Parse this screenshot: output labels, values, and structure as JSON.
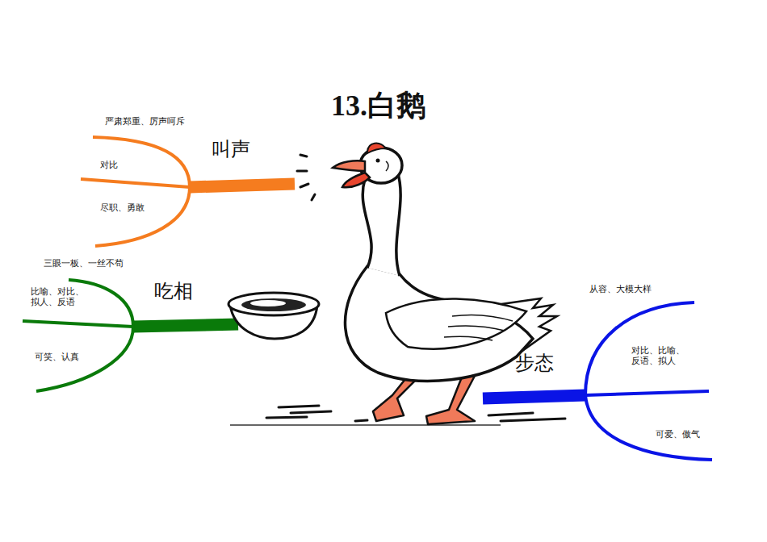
{
  "diagram": {
    "title": "13.白鹅",
    "labels": [
      "叫声",
      "严肃郑重、厉声呵斥",
      "对比",
      "尽职、勇敢",
      "吃相",
      "三眼一板、一丝不苟",
      "比喻、对比、拟人、反语",
      "可笑、认真",
      "步态",
      "从容、大模大样",
      "对比、比喻、反语、拟人",
      "可爱、傲气"
    ]
  }
}
